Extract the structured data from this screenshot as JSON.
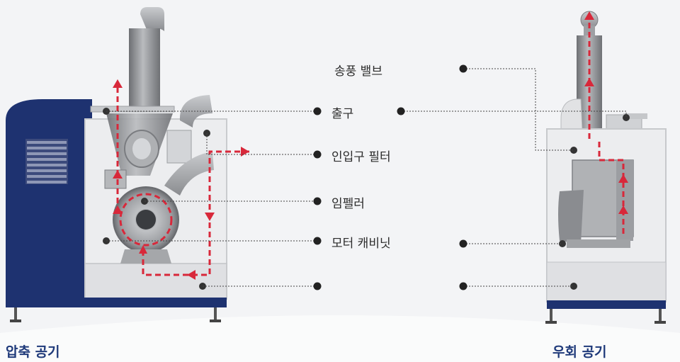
{
  "labels": {
    "blow_off_valve": "송풍 밸브",
    "outlet": "출구",
    "inlet_filter": "인입구 필터",
    "impeller": "임펠러",
    "motor_cabinet": "모터 캐비닛"
  },
  "captions": {
    "left": "압축 공기",
    "right": "우회 공기"
  },
  "colors": {
    "cabinet_navy": "#1e3270",
    "flow_arrow": "#d8283a",
    "leader_line": "#444444",
    "frame_panel": "#e7e8ea",
    "steel": "#8d8f93"
  }
}
